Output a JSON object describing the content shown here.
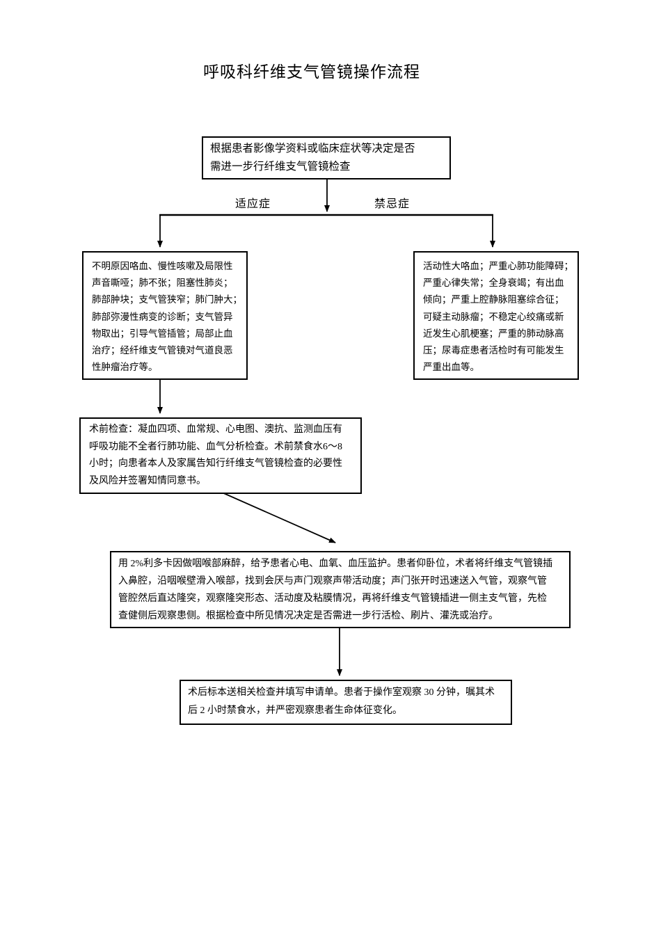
{
  "document": {
    "title": "呼吸科纤维支气管镜操作流程"
  },
  "flowchart": {
    "decision": "根据患者影像学资料或临床症状等决定是否\n需进一步行纤维支气管镜检查",
    "branch_left_label": "适应症",
    "branch_right_label": "禁忌症",
    "indications": "不明原因咯血、慢性咳嗽及局限性\n声音嘶哑；肺不张；阻塞性肺炎；\n肺部肿块；支气管狭窄；肺门肿大；\n肺部弥漫性病变的诊断；支气管异\n物取出；引导气管插管；局部止血\n治疗；经纤维支气管镜对气道良恶\n性肿瘤治疗等。",
    "contraindications": "活动性大咯血；严重心肺功能障碍；\n严重心律失常；全身衰竭；有出血\n倾向；严重上腔静脉阻塞综合征；\n可疑主动脉瘤；不稳定心绞痛或新\n近发生心肌梗塞；严重的肺动脉高\n压；尿毒症患者活检时有可能发生\n严重出血等。",
    "preop": "术前检查：凝血四项、血常规、心电图、澳抗、监测血压有\n呼吸功能不全者行肺功能、血气分析检查。术前禁食水6～8\n小时；向患者本人及家属告知行纤维支气管镜检查的必要性\n及风险并签署知情同意书。",
    "procedure": "用 2%利多卡因做咽喉部麻醉，给予患者心电、血氧、血压监护。患者仰卧位，术者将纤维支气管镜插\n入鼻腔，沿咽喉壁滑入喉部，找到会厌与声门观察声带活动度；声门张开时迅速送入气管，观察气管\n管腔然后直达隆突，观察隆突形态、活动度及粘膜情况，再将纤维支气管镜插进一侧主支气管，先检\n查健侧后观察患侧。根据检查中所见情况决定是否需进一步行活检、刷片、灌洗或治疗。",
    "postop": "术后标本送相关检查并填写申请单。患者于操作室观察 30 分钟，嘱其术\n后 2 小时禁食水，并严密观察患者生命体征变化。"
  },
  "colors": {
    "ink": "#000000",
    "background": "#ffffff"
  }
}
